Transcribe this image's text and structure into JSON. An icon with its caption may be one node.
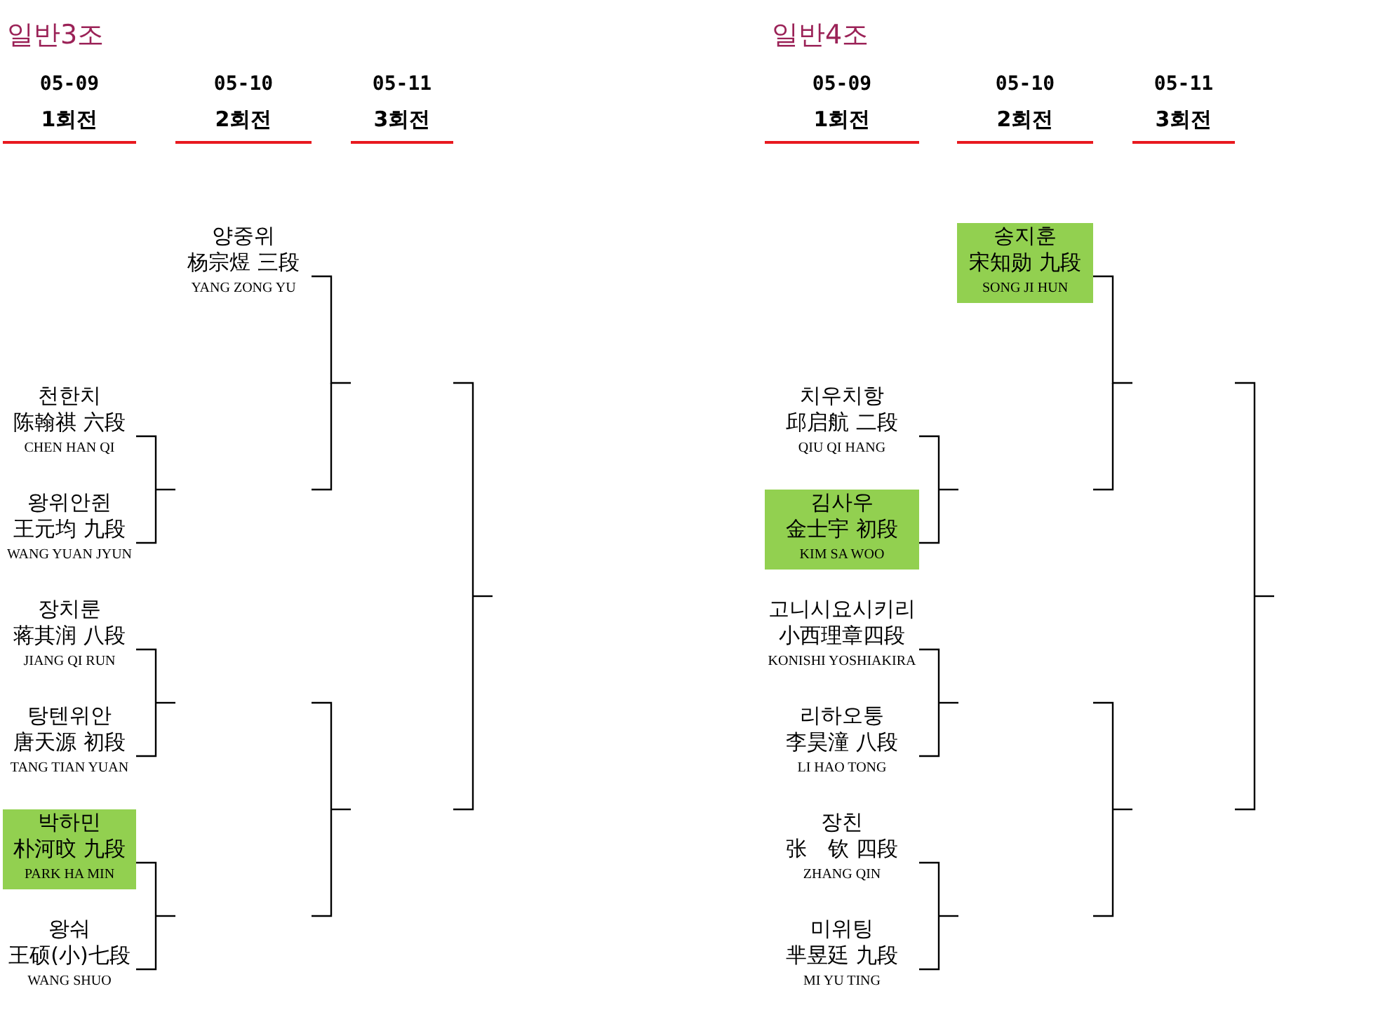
{
  "diagram": {
    "nodes": [
      {
        "text": [
          "양중위",
          "杨宗煜 三段",
          "YANG ZONG YU"
        ]
      },
      {
        "text": [
          "천한치",
          "陈翰祺 六段",
          "CHEN HAN QI"
        ]
      },
      {
        "text": [
          "왕위안쥔",
          "王元均 九段",
          "WANG YUAN JYUN"
        ]
      },
      {
        "text": [
          "장치룬",
          "蒋其润 八段",
          "JIANG QI RUN"
        ]
      },
      {
        "text": [
          "탕텐위안",
          "唐天源 初段",
          "TANG TIAN YUAN"
        ]
      },
      {
        "text": [
          "박하민",
          "朴河旼 九段",
          "PARK HA MIN"
        ]
      },
      {
        "text": [
          "왕숴",
          "王硕(小)七段",
          "WANG SHUO"
        ]
      },
      {
        "text": [
          "송지훈",
          "宋知勋 九段",
          "SONG JI HUN"
        ]
      },
      {
        "text": [
          "치우치항",
          "邱启航 二段",
          "QIU QI HANG"
        ]
      },
      {
        "text": [
          "김사우",
          "金士宇 初段",
          "KIM SA WOO"
        ]
      },
      {
        "text": [
          "고니시요시키리",
          "小西理章四段",
          "KONISHI YOSHIAKIRA"
        ]
      },
      {
        "text": [
          "리하오퉁",
          "李昊潼 八段",
          "LI HAO TONG"
        ]
      },
      {
        "text": [
          "장친",
          "张　钦 四段",
          "ZHANG QIN"
        ]
      },
      {
        "text": [
          "미위팅",
          "芈昱廷 九段",
          "MI YU TING"
        ]
      }
    ],
    "edges": [
      {
        "from": 1,
        "to": 2,
        "arrow": "none"
      },
      {
        "from": 3,
        "to": 4,
        "arrow": "none"
      },
      {
        "from": 5,
        "to": 6,
        "arrow": "none"
      },
      {
        "from": 8,
        "to": 9,
        "arrow": "none"
      },
      {
        "from": 10,
        "to": 11,
        "arrow": "none"
      },
      {
        "from": 12,
        "to": 13,
        "arrow": "none"
      },
      {
        "from": 0,
        "to": null,
        "arrow": "none"
      },
      {
        "from": 7,
        "to": null,
        "arrow": "none"
      }
    ],
    "labels": [
      "일반3조",
      "05-09",
      "1회전",
      "05-10",
      "2회전",
      "05-11",
      "3회전",
      "일반4조",
      "05-09",
      "1회전",
      "05-10",
      "2회전",
      "05-11",
      "3회전"
    ]
  }
}
